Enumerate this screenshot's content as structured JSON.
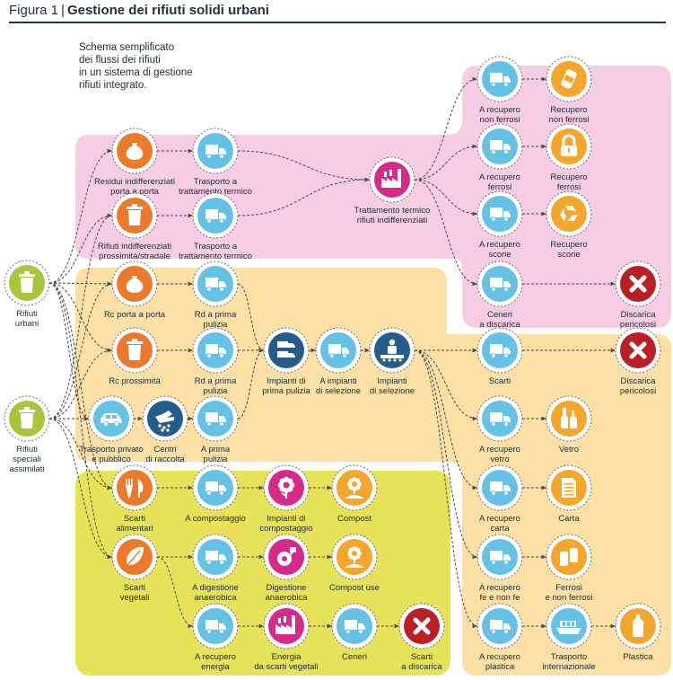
{
  "header": {
    "figure": "Figura 1",
    "separator": "|",
    "title": "Gestione dei rifiuti solidi urbani"
  },
  "intro": [
    "Schema semplificato",
    "dei flussi dei rifiuti",
    "in un sistema di gestione",
    "rifiuti integrato."
  ],
  "colors": {
    "pink": "#f7cde3",
    "peach": "#fde0a6",
    "lime": "#e6e35a",
    "green": "#a8c63b",
    "orange": "#ec7a2c",
    "blue": "#65c2e4",
    "yellow": "#f4a72c",
    "magenta": "#d62a8a",
    "navy": "#245d89",
    "red": "#b91f24"
  },
  "nodes": [
    {
      "id": "rifiuti-urbani",
      "color": "green",
      "icon": "bin-icon",
      "label": [
        "Rifiuti",
        "urbani"
      ]
    },
    {
      "id": "rifiuti-speciali",
      "color": "green",
      "icon": "bin-icon",
      "label": [
        "Rifiuti",
        "speciali",
        "assimilati"
      ]
    },
    {
      "id": "residui-indiff",
      "color": "orange",
      "icon": "bag-icon",
      "label": [
        "Residui indifferenziati",
        "porta a porta"
      ]
    },
    {
      "id": "trasporto-termico-1",
      "color": "blue",
      "icon": "truck-icon",
      "label": [
        "Trasporto a",
        "trattamento termico"
      ]
    },
    {
      "id": "rifiuti-indiff-prossimita",
      "color": "orange",
      "icon": "bin-icon",
      "label": [
        "Rifiuti indifferenziati",
        "prossimità/stradale"
      ]
    },
    {
      "id": "trasporto-termico-2",
      "color": "blue",
      "icon": "truck-icon",
      "label": [
        "Trasporto a",
        "trattamento termico"
      ]
    },
    {
      "id": "trattamento-termico",
      "color": "magenta",
      "icon": "factory-icon",
      "label": [
        "Trattamento termico",
        "rifiuti indifferenziati"
      ]
    },
    {
      "id": "a-recupero-non-ferrosi",
      "color": "blue",
      "icon": "truck-icon",
      "label": [
        "A recupero",
        "non ferrosi"
      ]
    },
    {
      "id": "recupero-non-ferrosi",
      "color": "yellow",
      "icon": "can-icon",
      "label": [
        "Recupero",
        "non ferrosi"
      ]
    },
    {
      "id": "a-recupero-ferrosi",
      "color": "blue",
      "icon": "truck-icon",
      "label": [
        "A recupero",
        "ferrosi"
      ]
    },
    {
      "id": "recupero-ferrosi",
      "color": "yellow",
      "icon": "lock-icon",
      "label": [
        "Recupero",
        "ferrosi"
      ]
    },
    {
      "id": "a-recupero-scorie",
      "color": "blue",
      "icon": "truck-icon",
      "label": [
        "A recupero",
        "scorie"
      ]
    },
    {
      "id": "recupero-scorie",
      "color": "yellow",
      "icon": "recycle-icon",
      "label": [
        "Recupero",
        "scorie"
      ]
    },
    {
      "id": "ceneri-discarica",
      "color": "blue",
      "icon": "truck-icon",
      "label": [
        "Ceneri",
        "a discarica"
      ]
    },
    {
      "id": "discarica-pericolosi-1",
      "color": "red",
      "icon": "x-icon",
      "label": [
        "Discarica",
        "pericolosi"
      ]
    },
    {
      "id": "rc-porta-a-porta",
      "color": "orange",
      "icon": "bag-icon",
      "label": [
        "Rc porta a porta"
      ]
    },
    {
      "id": "rd-prima-pulizia-1",
      "color": "blue",
      "icon": "truck-icon",
      "label": [
        "Rd a prima",
        "pulizia"
      ]
    },
    {
      "id": "rc-prossimita",
      "color": "orange",
      "icon": "bin-icon",
      "label": [
        "Rc prossimità"
      ]
    },
    {
      "id": "rd-prima-pulizia-2",
      "color": "blue",
      "icon": "truck-icon",
      "label": [
        "Rd a prima",
        "pulizia"
      ]
    },
    {
      "id": "impianti-prima-pulizia",
      "color": "navy",
      "icon": "trucks-icon",
      "label": [
        "Impianti di",
        "prima pulizia"
      ]
    },
    {
      "id": "a-impianti-selezione",
      "color": "blue",
      "icon": "truck-icon",
      "label": [
        "A impianti",
        "di selezione"
      ]
    },
    {
      "id": "impianti-selezione",
      "color": "navy",
      "icon": "sorting-icon",
      "label": [
        "Impianti",
        "di selezione"
      ]
    },
    {
      "id": "scarti",
      "color": "blue",
      "icon": "truck-icon",
      "label": [
        "Scarti"
      ]
    },
    {
      "id": "discarica-pericolosi-2",
      "color": "red",
      "icon": "x-icon",
      "label": [
        "Discarica",
        "pericolosi"
      ]
    },
    {
      "id": "trasporto-privato",
      "color": "blue",
      "icon": "car-icon",
      "label": [
        "Trasporto privato",
        "e pubblico"
      ]
    },
    {
      "id": "centri-raccolta",
      "color": "navy",
      "icon": "hand-icon",
      "label": [
        "Centri",
        "di raccolta"
      ]
    },
    {
      "id": "a-prima-pulizia",
      "color": "blue",
      "icon": "truck-icon",
      "label": [
        "A prima",
        "pulizia"
      ]
    },
    {
      "id": "a-recupero-vetro",
      "color": "blue",
      "icon": "truck-icon",
      "label": [
        "A recupero",
        "vetro"
      ]
    },
    {
      "id": "vetro",
      "color": "yellow",
      "icon": "bottles-icon",
      "label": [
        "Vetro"
      ]
    },
    {
      "id": "a-recupero-carta",
      "color": "blue",
      "icon": "truck-icon",
      "label": [
        "A recupero",
        "carta"
      ]
    },
    {
      "id": "carta",
      "color": "yellow",
      "icon": "paper-icon",
      "label": [
        "Carta"
      ]
    },
    {
      "id": "a-recupero-fe",
      "color": "blue",
      "icon": "truck-icon",
      "label": [
        "A recupero",
        "fe e non fe"
      ]
    },
    {
      "id": "ferrosi-non-ferrosi",
      "color": "yellow",
      "icon": "cans-icon",
      "label": [
        "Ferrosi",
        "e non ferrosi"
      ]
    },
    {
      "id": "a-recupero-plastica",
      "color": "blue",
      "icon": "truck-icon",
      "label": [
        "A recupero",
        "plastica"
      ]
    },
    {
      "id": "trasporto-internazionale",
      "color": "blue",
      "icon": "ship-icon",
      "label": [
        "Trasporto",
        "internazionale"
      ]
    },
    {
      "id": "plastica",
      "color": "yellow",
      "icon": "plastic-bottle-icon",
      "label": [
        "Plastica"
      ]
    },
    {
      "id": "scarti-alimentari",
      "color": "orange",
      "icon": "food-icon",
      "label": [
        "Scarti",
        "alimentari"
      ]
    },
    {
      "id": "a-compostaggio",
      "color": "blue",
      "icon": "truck-icon",
      "label": [
        "A compostaggio"
      ]
    },
    {
      "id": "impianti-compostaggio",
      "color": "magenta",
      "icon": "flower-icon",
      "label": [
        "Impianti di",
        "compostaggio"
      ]
    },
    {
      "id": "compost",
      "color": "yellow",
      "icon": "flower-pile-icon",
      "label": [
        "Compost"
      ]
    },
    {
      "id": "scarti-vegetali",
      "color": "orange",
      "icon": "leaf-icon",
      "label": [
        "Scarti",
        "vegetali"
      ]
    },
    {
      "id": "a-digestione",
      "color": "blue",
      "icon": "truck-icon",
      "label": [
        "A digestione",
        "anaerobica"
      ]
    },
    {
      "id": "digestione-anaerobica",
      "color": "magenta",
      "icon": "digester-icon",
      "label": [
        "Digestione",
        "anaerobica"
      ]
    },
    {
      "id": "compost-use",
      "color": "yellow",
      "icon": "flower-pile-icon",
      "label": [
        "Compost use"
      ]
    },
    {
      "id": "a-recupero-energia",
      "color": "blue",
      "icon": "truck-icon",
      "label": [
        "A recupero",
        "energia"
      ]
    },
    {
      "id": "energia-scarti-vegetali",
      "color": "magenta",
      "icon": "factory-icon",
      "label": [
        "Energia",
        "da scarti vegetali"
      ]
    },
    {
      "id": "ceneri",
      "color": "blue",
      "icon": "truck-icon",
      "label": [
        "Ceneri"
      ]
    },
    {
      "id": "scarti-discarica",
      "color": "red",
      "icon": "x-icon",
      "label": [
        "Scarti",
        "a discarica"
      ]
    }
  ]
}
